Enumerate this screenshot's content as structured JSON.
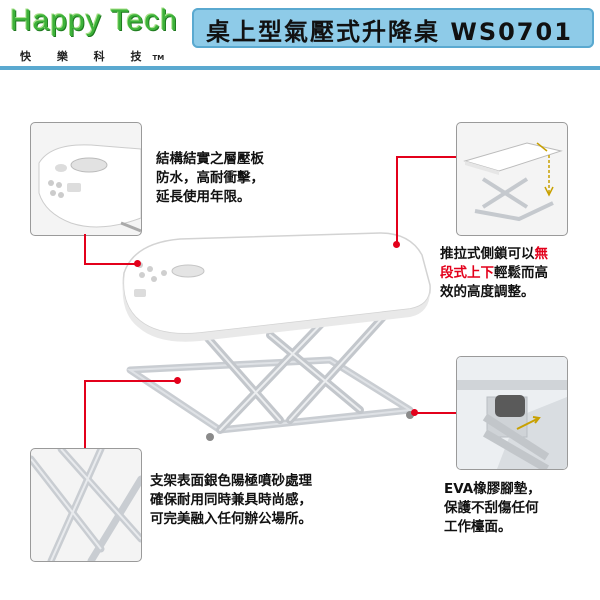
{
  "brand": {
    "name": "Happy Tech",
    "chinese_name": "快 樂 科 技",
    "tm": "TM"
  },
  "header": {
    "title": "桌上型氣壓式升降桌 WS0701"
  },
  "features": [
    {
      "lines": [
        "結構結實之層壓板",
        "防水，高耐衝擊，",
        "延長使用年限。"
      ]
    },
    {
      "line1_a": "推拉式側鎖可以",
      "line1_b": "無",
      "line2_a": "段式上下",
      "line2_b": "輕鬆而高",
      "line3": "效的高度調整。"
    },
    {
      "lines": [
        "支架表面銀色陽極噴砂處理",
        "確保耐用同時兼具時尚感，",
        "可完美融入任何辦公場所。"
      ]
    },
    {
      "lines": [
        "EVA橡膠腳墊，",
        "保護不刮傷任何",
        "工作檯面。"
      ]
    }
  ],
  "colors": {
    "accent": "#e3001b",
    "title_bar": "#8ecbe8",
    "logo_green": "#3db23a",
    "frame_silver": "#c9cdd2"
  }
}
